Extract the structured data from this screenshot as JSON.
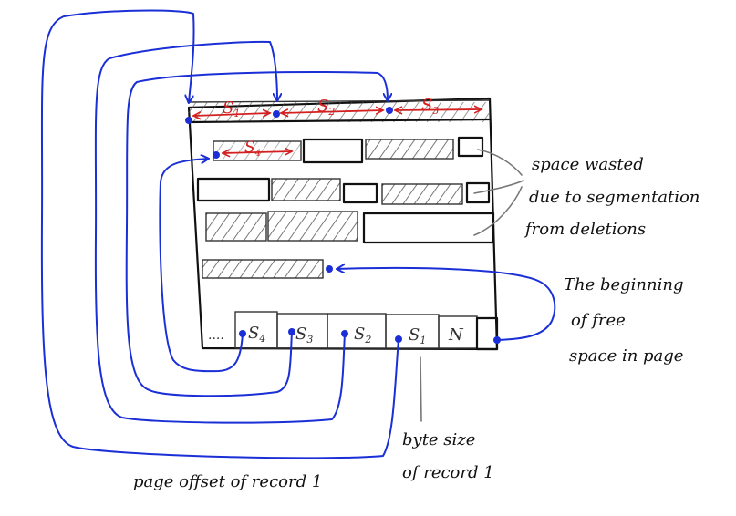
{
  "diagram": {
    "header_slots": [
      {
        "label": "S",
        "sub": "1"
      },
      {
        "label": "S",
        "sub": "2"
      },
      {
        "label": "S",
        "sub": "3"
      }
    ],
    "free_record_label": {
      "label": "S",
      "sub": "4"
    },
    "slot_directory": {
      "ellipsis": "....",
      "slots": [
        {
          "label": "S",
          "sub": "4"
        },
        {
          "label": "S",
          "sub": "3"
        },
        {
          "label": "S",
          "sub": "2"
        },
        {
          "label": "S",
          "sub": "1"
        }
      ],
      "count_label": "N"
    },
    "notes": {
      "wasted_line1": "space wasted",
      "wasted_line2": "due to segmentation",
      "wasted_line3": "from deletions",
      "free_line1": "The beginning",
      "free_line2": "of free",
      "free_line3": "space in page",
      "byte_line1": "byte size",
      "byte_line2": "of record 1",
      "offset_line": "page offset of record 1"
    },
    "colors": {
      "pointer": "#1a2fd6",
      "record_span": "#d42020",
      "ink": "#111111",
      "leader": "#777777"
    }
  }
}
